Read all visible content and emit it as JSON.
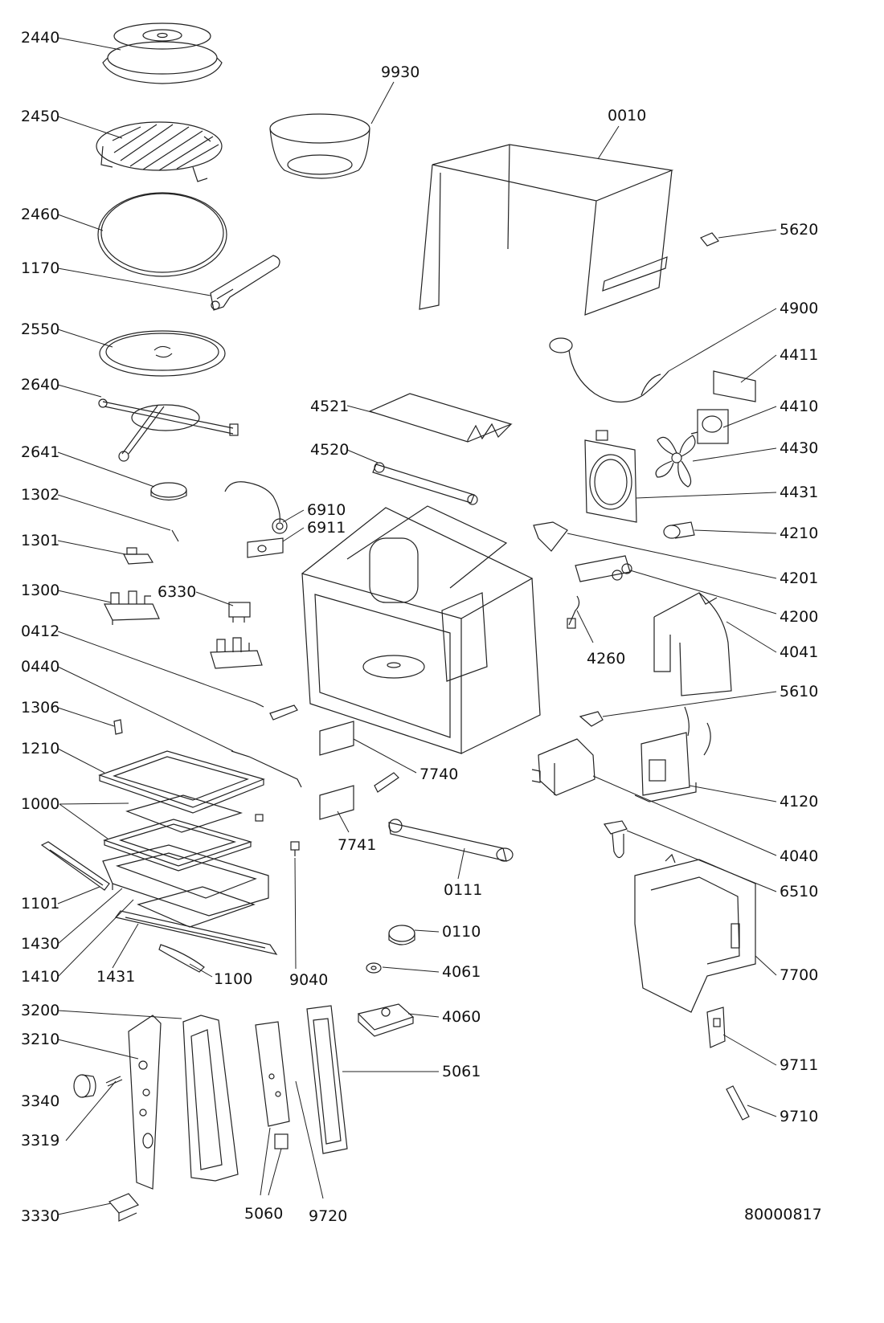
{
  "drawing_number": "80000817",
  "parts": [
    {
      "id": "2440"
    },
    {
      "id": "2450"
    },
    {
      "id": "2460"
    },
    {
      "id": "1170"
    },
    {
      "id": "2550"
    },
    {
      "id": "2640"
    },
    {
      "id": "2641"
    },
    {
      "id": "1302"
    },
    {
      "id": "1301"
    },
    {
      "id": "1300"
    },
    {
      "id": "0412"
    },
    {
      "id": "0440"
    },
    {
      "id": "1306"
    },
    {
      "id": "1210"
    },
    {
      "id": "1000"
    },
    {
      "id": "1101"
    },
    {
      "id": "1430"
    },
    {
      "id": "1410"
    },
    {
      "id": "1431"
    },
    {
      "id": "1100"
    },
    {
      "id": "9040"
    },
    {
      "id": "3200"
    },
    {
      "id": "3210"
    },
    {
      "id": "3340"
    },
    {
      "id": "3319"
    },
    {
      "id": "3330"
    },
    {
      "id": "5060"
    },
    {
      "id": "9720"
    },
    {
      "id": "9930"
    },
    {
      "id": "0010"
    },
    {
      "id": "5620"
    },
    {
      "id": "4900"
    },
    {
      "id": "4411"
    },
    {
      "id": "4410"
    },
    {
      "id": "4430"
    },
    {
      "id": "4431"
    },
    {
      "id": "4521"
    },
    {
      "id": "4520"
    },
    {
      "id": "6910"
    },
    {
      "id": "6911"
    },
    {
      "id": "6330"
    },
    {
      "id": "4210"
    },
    {
      "id": "4201"
    },
    {
      "id": "4200"
    },
    {
      "id": "4260"
    },
    {
      "id": "4041"
    },
    {
      "id": "5610"
    },
    {
      "id": "7740"
    },
    {
      "id": "7741"
    },
    {
      "id": "4120"
    },
    {
      "id": "4040"
    },
    {
      "id": "0111"
    },
    {
      "id": "6510"
    },
    {
      "id": "0110"
    },
    {
      "id": "4061"
    },
    {
      "id": "7700"
    },
    {
      "id": "4060"
    },
    {
      "id": "5061"
    },
    {
      "id": "9711"
    },
    {
      "id": "9710"
    }
  ]
}
